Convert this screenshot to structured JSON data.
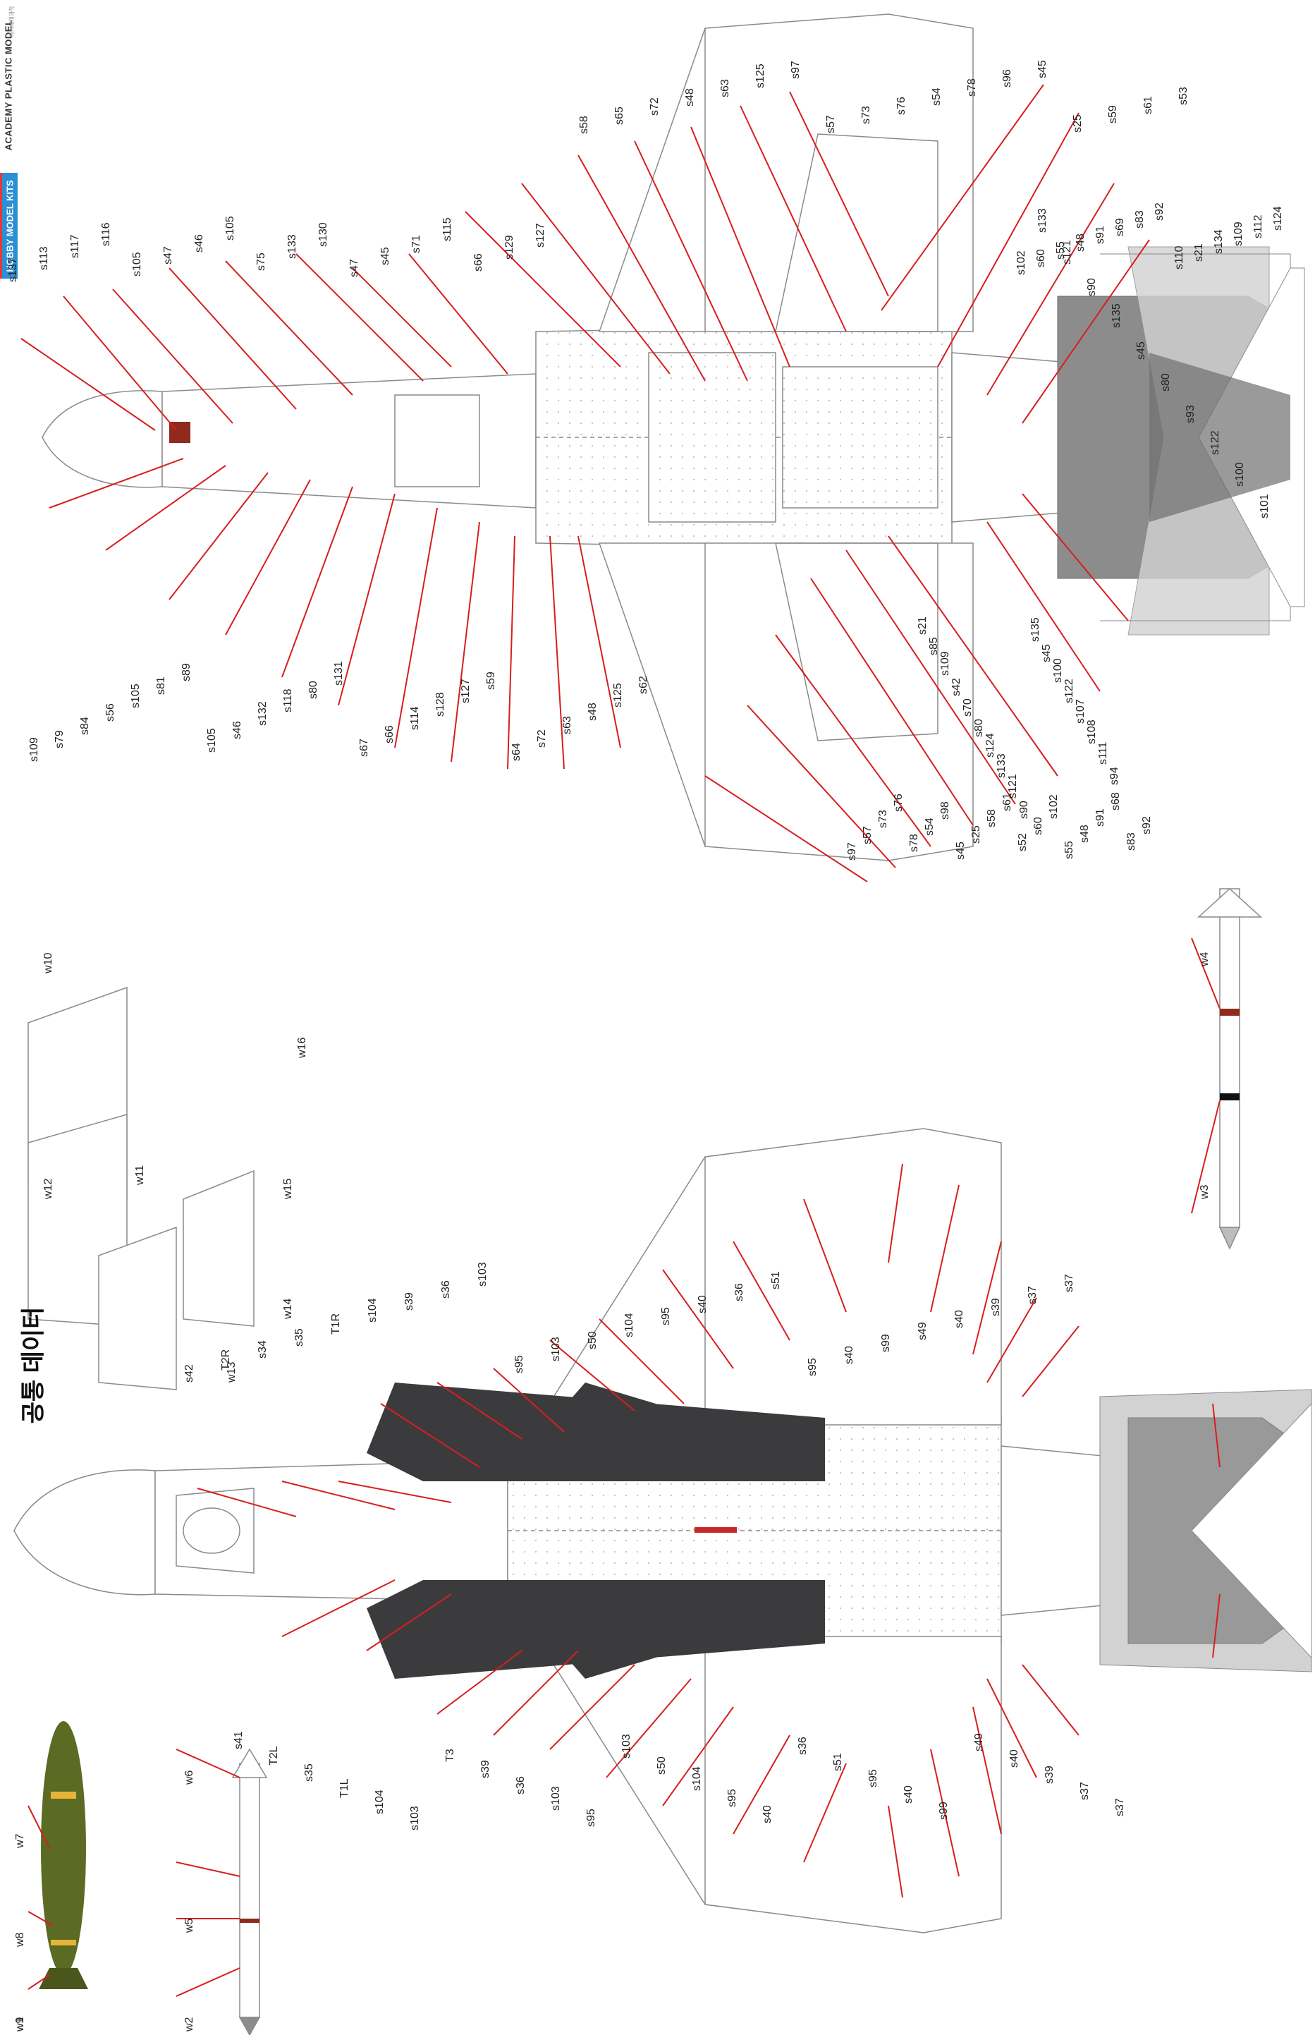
{
  "brand": {
    "company": "ACADEMY PLASTIC MODEL",
    "company_korean": "아카데미과학",
    "series": "HOBBY MODEL KITS"
  },
  "heading": "공통 데이터",
  "colors": {
    "leader": "#d81e1e",
    "outline": "#8a8a8a",
    "dark_panel": "#3b3b3d",
    "tail_gray": "#8c8c8c",
    "tail_light": "#d2d2d2",
    "bomb_green": "#5c6b24",
    "decal_yellow": "#e7b43a",
    "decal_red": "#b63326"
  },
  "callouts_top": [
    "s137",
    "s113",
    "s117",
    "s116",
    "s105",
    "s47",
    "s46",
    "s105",
    "s75",
    "s133",
    "s130",
    "s47",
    "s45",
    "s71",
    "s115",
    "s66",
    "s129",
    "s127",
    "s58",
    "s65",
    "s72",
    "s48",
    "s63",
    "s125",
    "s97",
    "s57",
    "s73",
    "s76",
    "s54",
    "s78",
    "s96",
    "s45",
    "s25",
    "s59",
    "s61",
    "s53",
    "s102",
    "s60",
    "s55",
    "s48",
    "s91",
    "s69",
    "s83",
    "s92",
    "s110",
    "s21",
    "s134",
    "s109",
    "s112",
    "s124",
    "s133",
    "s121",
    "s90",
    "s135",
    "s45",
    "s80",
    "s93",
    "s122",
    "s100",
    "s101",
    "s109",
    "s79",
    "s84",
    "s56",
    "s105",
    "s81",
    "s89",
    "s105",
    "s46",
    "s132",
    "s118",
    "s80",
    "s131",
    "s67",
    "s66",
    "s114",
    "s128",
    "s127",
    "s59",
    "s64",
    "s72",
    "s63",
    "s48",
    "s125",
    "s62",
    "s97",
    "s57",
    "s73",
    "s76",
    "s78",
    "s54",
    "s98",
    "s45",
    "s25",
    "s58",
    "s61",
    "s52",
    "s60",
    "s102",
    "s55",
    "s48",
    "s91",
    "s68",
    "s83",
    "s92",
    "s21",
    "s85",
    "s109",
    "s42",
    "s70",
    "s80",
    "s124",
    "s133",
    "s121",
    "s90",
    "s135",
    "s45",
    "s100",
    "s122",
    "s107",
    "s108",
    "s111",
    "s94"
  ],
  "callouts_bottom": [
    "s42",
    "T2R",
    "s34",
    "s35",
    "T1R",
    "s104",
    "s39",
    "s36",
    "s103",
    "s95",
    "s103",
    "s50",
    "s104",
    "s95",
    "s40",
    "s36",
    "s51",
    "s95",
    "s40",
    "s99",
    "s49",
    "s40",
    "s39",
    "s37",
    "s37",
    "s41",
    "T2L",
    "s35",
    "T1L",
    "s104",
    "s103",
    "T3",
    "s39",
    "s36",
    "s103",
    "s95",
    "s103",
    "s50",
    "s104",
    "s95",
    "s40",
    "s36",
    "s51",
    "s95",
    "s40",
    "s99",
    "s49",
    "s40",
    "s39",
    "s37",
    "s37"
  ],
  "weapons": [
    "w1",
    "w2",
    "w5",
    "w6",
    "w7",
    "w8",
    "w9",
    "w10",
    "w11",
    "w12",
    "w13",
    "w14",
    "w15",
    "w16",
    "w3",
    "w4"
  ]
}
